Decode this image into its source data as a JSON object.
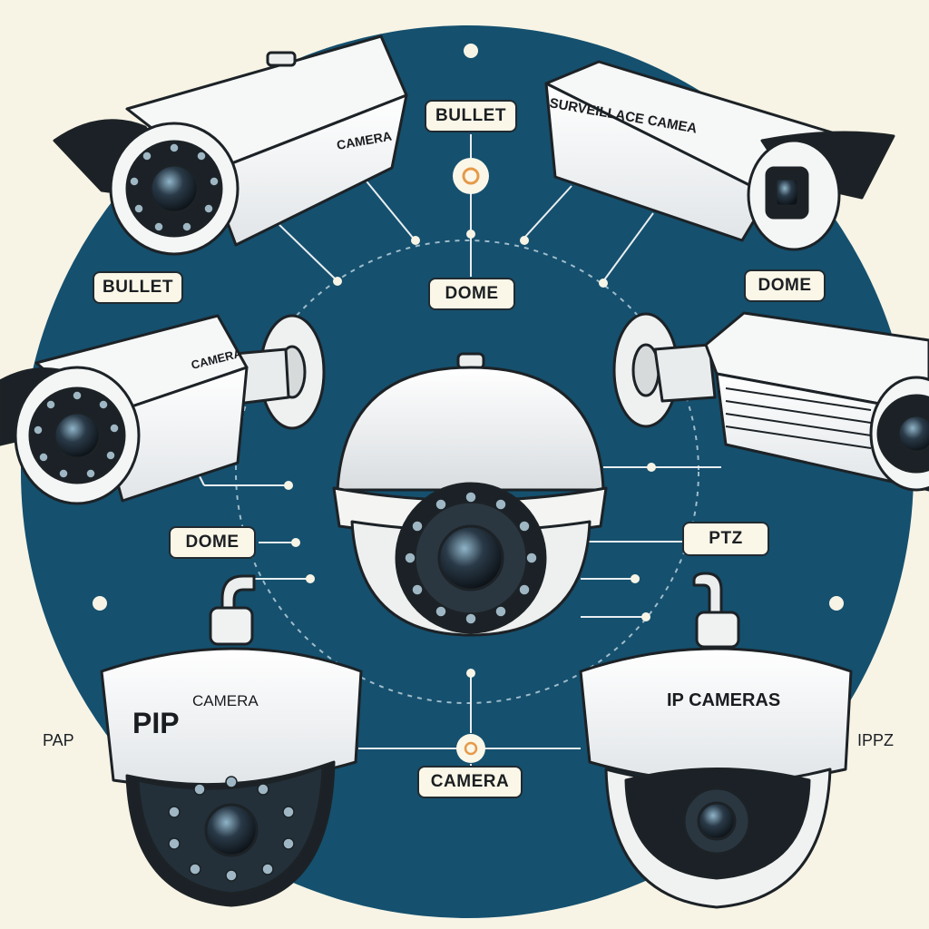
{
  "labels": {
    "bullet_top": "BULLET",
    "bullet_left": "BULLET",
    "dome_center": "DOME",
    "dome_right": "DOME",
    "dome_left": "DOME",
    "ptz": "PTZ",
    "camera_bottom": "CAMERA",
    "pap": "PAP",
    "ipz": "IPPZ"
  },
  "camera_text": {
    "top_left": "CAMERA",
    "top_right": "SURVEILLACE CAMEA",
    "mid_left": "CAMERA",
    "bottom_left_big": "PIP",
    "bottom_left_small": "CAMERA",
    "bottom_right": "IP CAMERAS"
  },
  "icons": {
    "center_node": "ring-node-icon",
    "bottom_node": "ring-node-icon"
  },
  "colors": {
    "background": "#f7f4e6",
    "circle": "#15506e",
    "accent_node": "#e59a4a"
  }
}
